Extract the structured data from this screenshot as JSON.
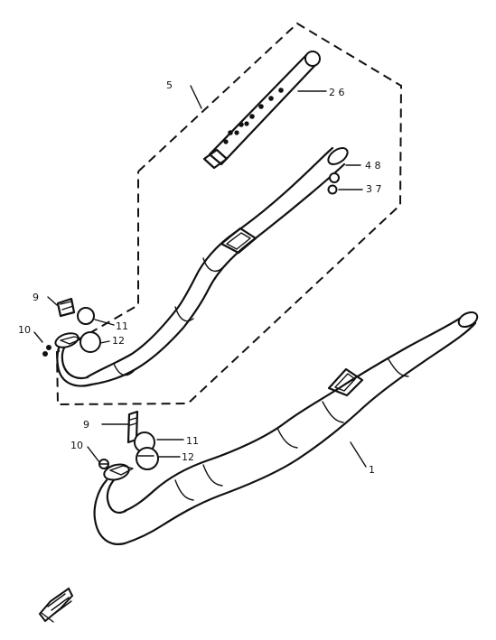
{
  "diagram": {
    "labels": {
      "exhaust_pipe_ref": "1",
      "bolt_ref": "9",
      "nut_ref": "10",
      "gasket_ref": "11",
      "flange_ref": "12",
      "alt_bolt_ref": "9",
      "alt_nut_ref": "10",
      "alt_gasket_ref": "11",
      "alt_flange_ref": "12",
      "assembly_ref": "5",
      "silencer_ref": "2 6",
      "washer_ref": "4 8",
      "screw_ref": "3 7"
    }
  }
}
